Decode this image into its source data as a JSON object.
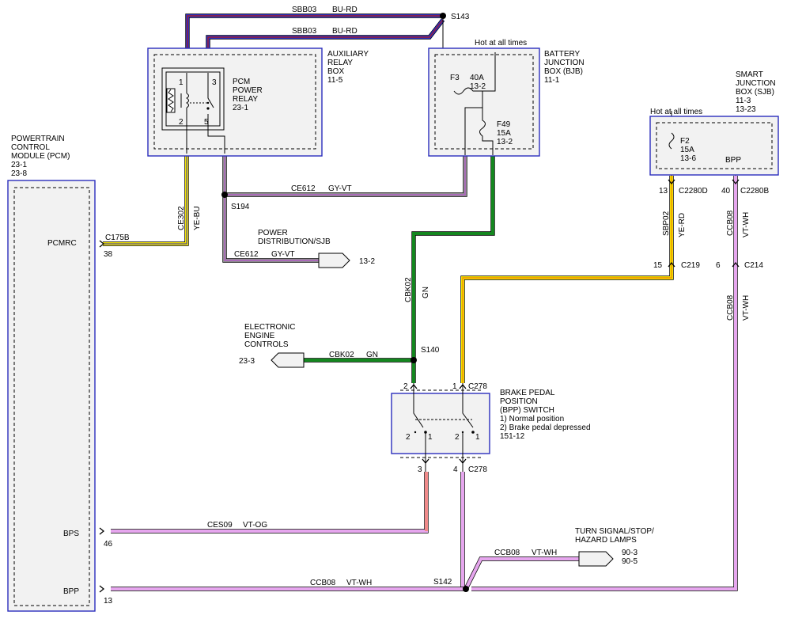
{
  "wires": {
    "sbb03_upper": {
      "circuit": "SBB03",
      "color": "BU-RD"
    },
    "sbb03_lower": {
      "circuit": "SBB03",
      "color": "BU-RD"
    },
    "ce302": {
      "circuit": "CE302",
      "color": "YE-BU"
    },
    "ce612_top": {
      "circuit": "CE612",
      "color": "GY-VT"
    },
    "ce612_bottom": {
      "circuit": "CE612",
      "color": "GY-VT"
    },
    "cbk02_vertical": {
      "circuit": "CBK02",
      "color": "GN"
    },
    "cbk02_eec": {
      "circuit": "CBK02",
      "color": "GN"
    },
    "sbp02": {
      "circuit": "SBP02",
      "color": "YE-RD"
    },
    "ccb08_upper": {
      "circuit": "CCB08",
      "color": "VT-WH"
    },
    "ccb08_lower": {
      "circuit": "CCB08",
      "color": "VT-WH"
    },
    "ces09": {
      "circuit": "CES09",
      "color": "VT-OG"
    },
    "ccb08_lamps": {
      "circuit": "CCB08",
      "color": "VT-WH"
    },
    "ccb08_bpp": {
      "circuit": "CCB08",
      "color": "VT-WH"
    }
  },
  "wire_colors": {
    "blue": "#2a2dbd",
    "red": "#9e1f2f",
    "yellow": "#f2e200",
    "orange": "#f39200",
    "gray": "#8c8c8c",
    "violet": "#b45fc8",
    "green": "#14871f",
    "pink_violet": "#e6a6ee",
    "salmon": "#f08a8a",
    "box_border": "#2a2dbd",
    "box_fill": "#f2f2f2"
  },
  "splices": {
    "s143": "S143",
    "s194": "S194",
    "s140": "S140",
    "s142": "S142"
  },
  "modules": {
    "aux_relay_box": {
      "lines": [
        "AUXILIARY",
        "RELAY",
        "BOX",
        "11-5"
      ]
    },
    "pcm_relay": {
      "lines": [
        "PCM",
        "POWER",
        "RELAY",
        "23-1"
      ],
      "pins": [
        "1",
        "2",
        "3",
        "5"
      ]
    },
    "bjb": {
      "lines": [
        "BATTERY",
        "JUNCTION",
        "BOX (BJB)",
        "11-1"
      ],
      "hot": "Hot at all times",
      "fuse_f3": [
        "F3",
        "40A",
        "13-2"
      ],
      "fuse_f49": [
        "F49",
        "15A",
        "13-2"
      ]
    },
    "sjb": {
      "lines": [
        "SMART",
        "JUNCTION",
        "BOX (SJB)",
        "11-3",
        "13-23"
      ],
      "hot": "Hot at all times",
      "fuse_f2": [
        "F2",
        "15A",
        "13-6"
      ],
      "bpp_label": "BPP"
    },
    "pcm": {
      "lines": [
        "POWERTRAIN",
        "CONTROL",
        "MODULE (PCM)",
        "23-1",
        "23-8"
      ],
      "pins": {
        "pcmrc": "PCMRC",
        "bps": "BPS",
        "bpp": "BPP"
      }
    },
    "bpp_switch": {
      "lines": [
        "BRAKE PEDAL",
        "POSITION",
        "(BPP) SWITCH",
        "1) Normal position",
        "2) Brake pedal depressed",
        "151-12"
      ]
    },
    "power_dist": {
      "lines": [
        "POWER",
        "DISTRIBUTION/SJB"
      ],
      "ref": "13-2"
    },
    "eec": {
      "lines": [
        "ELECTRONIC",
        "ENGINE",
        "CONTROLS"
      ],
      "ref": "23-3"
    },
    "lamps": {
      "lines": [
        "TURN SIGNAL/STOP/",
        "HAZARD LAMPS"
      ],
      "refs": [
        "90-3",
        "90-5"
      ]
    }
  },
  "connectors": {
    "c175b": {
      "name": "C175B",
      "pin": "38"
    },
    "c2280d": {
      "name": "C2280D",
      "pin": "13"
    },
    "c2280b": {
      "name": "C2280B",
      "pin": "40"
    },
    "c219": {
      "name": "C219",
      "pin": "15"
    },
    "c214": {
      "name": "C214",
      "pin": "6"
    },
    "c278_top": {
      "name": "C278",
      "pin_left": "2",
      "pin_right": "1"
    },
    "c278_bottom": {
      "name": "C278",
      "pin_left": "3",
      "pin_right": "4"
    },
    "pcm_bps": {
      "pin": "46"
    },
    "pcm_bpp": {
      "pin": "13"
    },
    "switch_contacts": {
      "left": [
        "2",
        "1"
      ],
      "right": [
        "2",
        "1"
      ]
    }
  }
}
